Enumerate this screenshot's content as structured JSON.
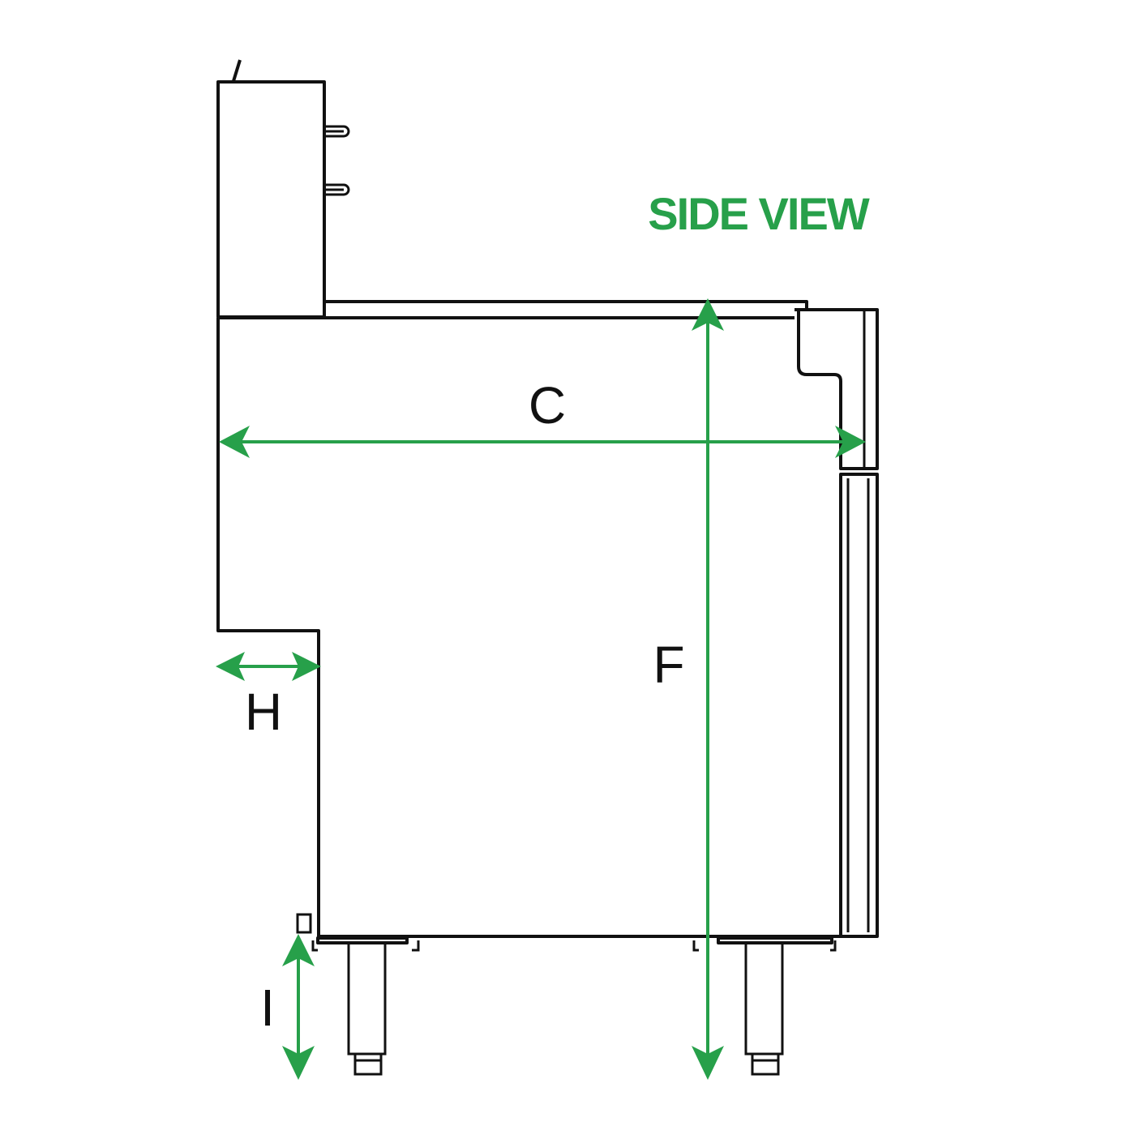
{
  "title": "SIDE VIEW",
  "dimensions": {
    "c": "C",
    "f": "F",
    "h": "H",
    "i": "I"
  },
  "colors": {
    "accent": "#27a04a",
    "line": "#111111"
  }
}
